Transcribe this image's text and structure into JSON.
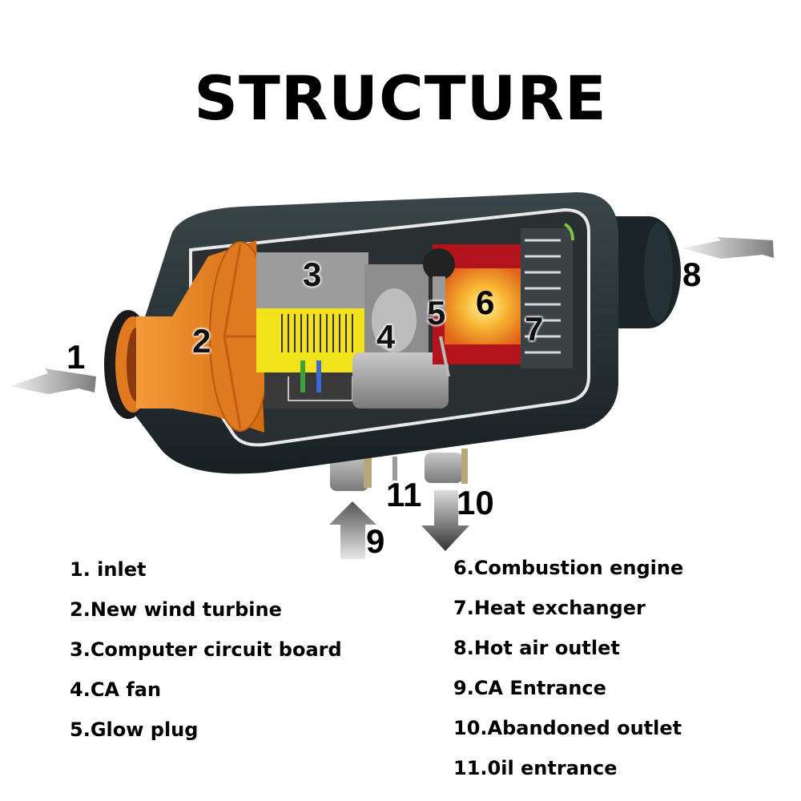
{
  "title": "STRUCTURE",
  "callouts": {
    "c1": "1",
    "c2": "2",
    "c3": "3",
    "c4": "4",
    "c5": "5",
    "c6": "6",
    "c7": "7",
    "c8": "8",
    "c9": "9",
    "c10": "10",
    "c11": "11"
  },
  "legend": {
    "left": [
      "1. inlet",
      "2.New wind turbine",
      "3.Computer circuit board",
      "4.CA fan",
      "5.Glow plug"
    ],
    "right": [
      "6.Combustion engine",
      "7.Heat exchanger",
      "8.Hot air outlet",
      "9.CA Entrance",
      "10.Abandoned outlet",
      "11.0il entrance"
    ]
  },
  "colors": {
    "housing": "#1f2b2e",
    "turbine": "#e07a20",
    "circuit_label": "#f2e21a",
    "flame": "#f5a623",
    "chamber": "#b3141c",
    "arrow": "#8a8a8a"
  }
}
